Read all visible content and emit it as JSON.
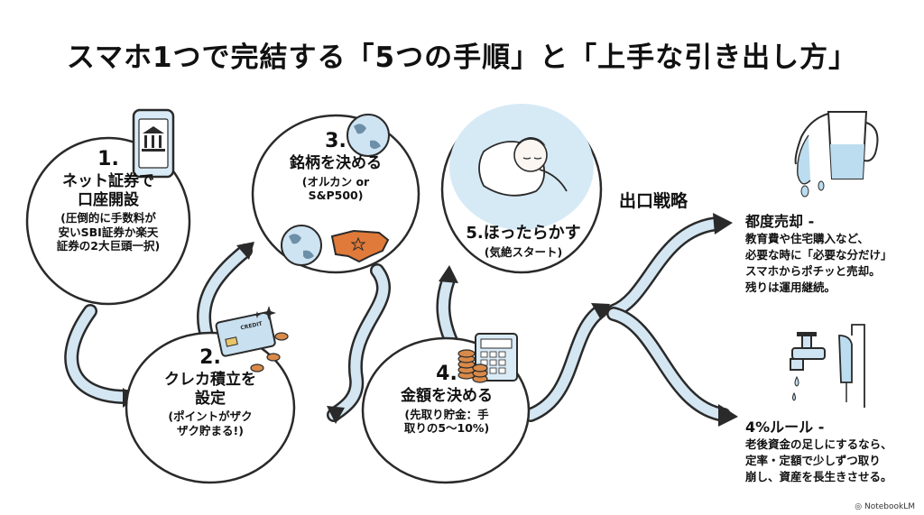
{
  "title": "スマホ1つで完結する「5つの手順」と「上手な引き出し方」",
  "steps": [
    {
      "number": "1.",
      "heading": "ネット証券で\n口座開設",
      "detail": "(圧倒的に手数料が\n安いSBI証券か楽天\n証券の2大巨頭一択)"
    },
    {
      "number": "2.",
      "heading": "クレカ積立を\n設定",
      "detail": "(ポイントがザク\nザク貯まる!)"
    },
    {
      "number": "3.",
      "heading": "銘柄を決める",
      "detail": "(オルカン or\nS&P500)"
    },
    {
      "number": "4.",
      "heading": "金額を決める",
      "detail": "(先取り貯金：手\n取りの5〜10%)"
    },
    {
      "number": "5.",
      "heading": "ほったらかす",
      "detail": "(気絶スタート)"
    }
  ],
  "exit_strategy": {
    "label": "出口戦略",
    "options": [
      {
        "heading": "都度売却 -",
        "body": "教育費や住宅購入など、\n必要な時に「必要な分だけ」\nスマホからポチッと売却。\n残りは運用継続。"
      },
      {
        "heading": "4%ルール -",
        "body": "老後資金の足しにするなら、\n定率・定額で少しずつ取り\n崩し、資産を長生きさせる。"
      }
    ]
  },
  "card_text": "CREDIT",
  "credit": "NotebookLM",
  "colors": {
    "arrow_fill": "#d3e6f2",
    "arrow_stroke": "#2a2a2a",
    "accent_orange": "#e07a3a",
    "water": "#bcdcef"
  }
}
